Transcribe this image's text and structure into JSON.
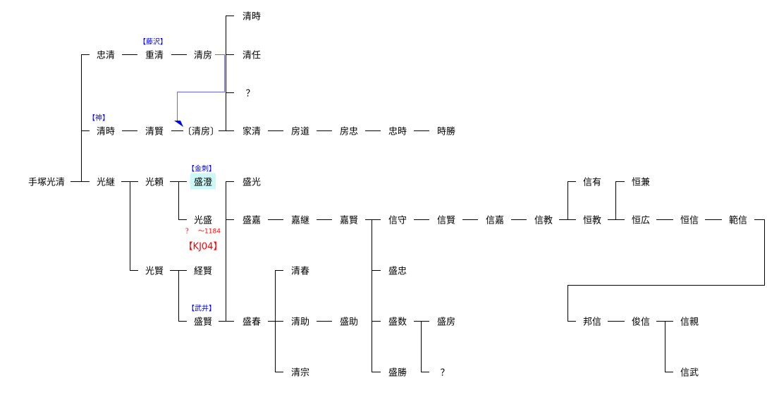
{
  "names": {
    "root": "手塚光清",
    "tadakiyo": "忠清",
    "shigekiyo": "重清",
    "kiyofusa": "清房",
    "kiyotoki_top": "清時",
    "kiyotou": "清任",
    "unknown1": "？",
    "kiyotoki": "清時",
    "kiyokata": "清賢",
    "kiyofusa_b": "〔清房〕",
    "iekiyo": "家清",
    "fusamichi": "房道",
    "fusatada": "房忠",
    "tadatoki": "忠時",
    "tokikatsu": "時勝",
    "mitsutsugu": "光継",
    "mitsuyori": "光頼",
    "morizumi": "盛澄",
    "morimitsu": "盛光",
    "mitsumori": "光盛",
    "moriyoshi": "盛嘉",
    "yoshitsugu": "嘉継",
    "yoshikata": "嘉賢",
    "nobumori": "信守",
    "nobukata": "信賢",
    "nobuyoshi": "信嘉",
    "nobunori": "信教",
    "nobuari": "信有",
    "tsunekane": "恒兼",
    "tsunenori": "恒教",
    "tsunehiro": "恒広",
    "tsunenobu": "恒信",
    "norinobu": "範信",
    "mitsukata": "光賢",
    "tsunekata": "経賢",
    "morikata": "盛賢",
    "moriharu": "盛春",
    "kiyoharu": "清春",
    "kiyosuke": "清助",
    "kiyomune": "清宗",
    "morisuke": "盛助",
    "moritada": "盛忠",
    "morikazu": "盛数",
    "morifusa": "盛房",
    "morikatsu": "盛勝",
    "unknown2": "？",
    "kuninobu": "邦信",
    "toshinobu": "俊信",
    "nobuchika": "信親",
    "nobutake": "信武"
  },
  "tags": {
    "fujisawa": "【藤沢】",
    "jin": "【神】",
    "kanasashi": "【金刺】",
    "takei": "【武井】"
  },
  "notes": {
    "mitsumori_dates": "？　～1184",
    "mitsumori_code": "【KJ04】"
  },
  "colors": {
    "tag": "#0000ff",
    "note": "#ff0000",
    "highlight": "#ccf8f8",
    "link": "#6666ff"
  }
}
